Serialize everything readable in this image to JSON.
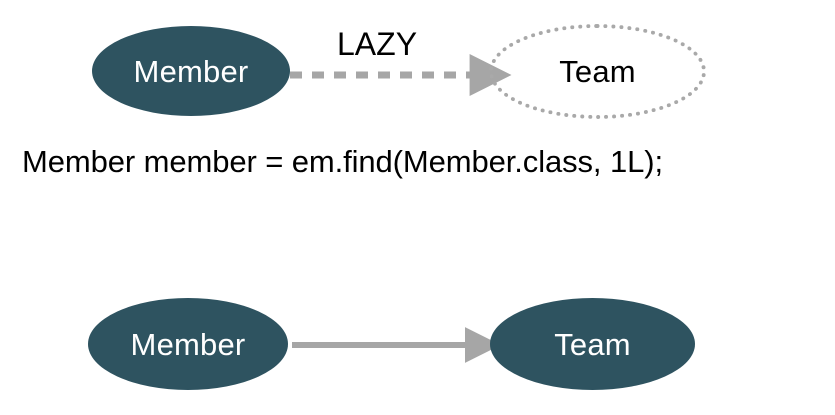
{
  "diagram": {
    "title": "JPA lazy loading proxy diagram",
    "background_color": "#ffffff",
    "colors": {
      "entity_fill": "#2e5360",
      "entity_text": "#ffffff",
      "proxy_border": "#a9a9a9",
      "proxy_text": "#000000",
      "edge": "#a6a6a6",
      "code_text": "#000000"
    },
    "rows": [
      {
        "id": "lazy-row",
        "source_node": {
          "id": "member-top",
          "label": "Member",
          "shape": "ellipse",
          "style": "filled"
        },
        "edge": {
          "id": "lazy-edge",
          "label": "LAZY",
          "line_style": "dashed",
          "arrow": "right",
          "color": "#a6a6a6"
        },
        "target_node": {
          "id": "team-top",
          "label": "Team",
          "shape": "ellipse",
          "style": "dotted-outline"
        }
      },
      {
        "id": "eager-row",
        "source_node": {
          "id": "member-bottom",
          "label": "Member",
          "shape": "ellipse",
          "style": "filled"
        },
        "edge": {
          "id": "solid-edge",
          "label": "",
          "line_style": "solid",
          "arrow": "right",
          "color": "#a6a6a6"
        },
        "target_node": {
          "id": "team-bottom",
          "label": "Team",
          "shape": "ellipse",
          "style": "filled"
        }
      }
    ],
    "code": {
      "line": "Member member = em.find(Member.class, 1L);"
    }
  }
}
